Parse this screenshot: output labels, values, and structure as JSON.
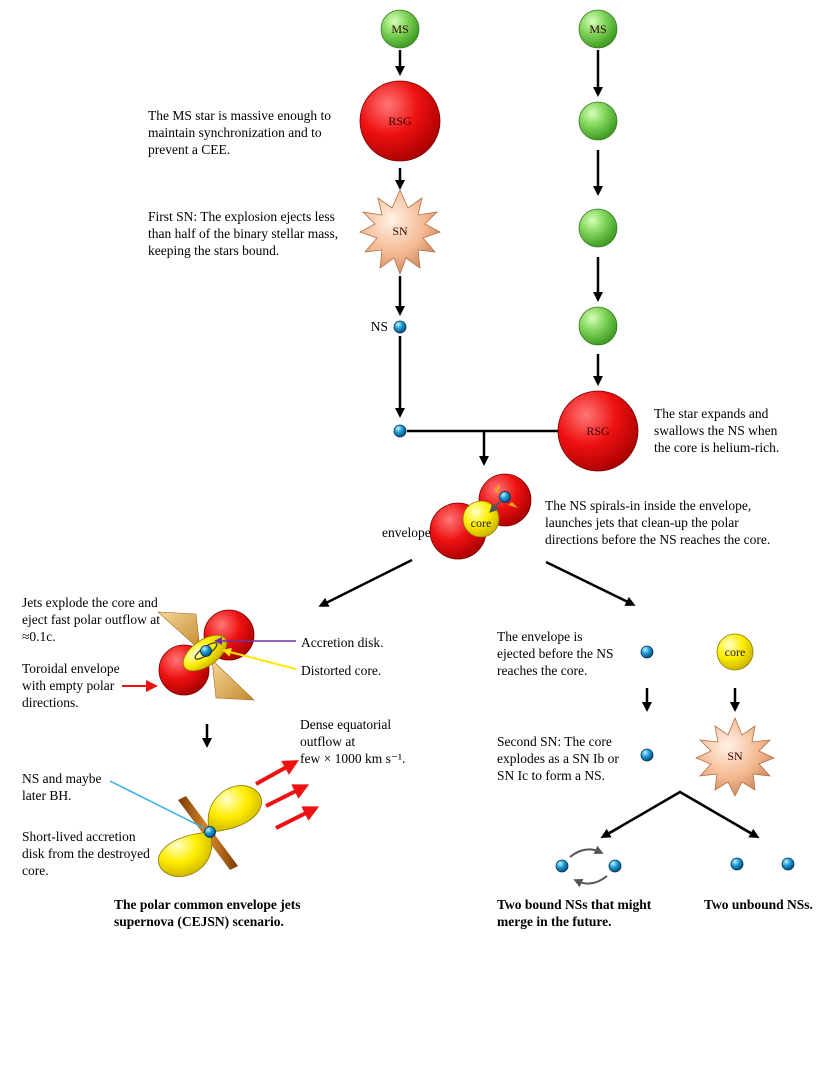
{
  "nodes": {
    "ms_left": "MS",
    "ms_right": "MS",
    "rsg_left": "RSG",
    "rsg_right": "RSG",
    "sn_first": "SN",
    "ns_label": "NS",
    "core_label": "core",
    "envelope_label": "envelope",
    "core_right": "core",
    "sn_second": "SN"
  },
  "annotations": {
    "ms_massive": "The MS star is massive enough to\nmaintain synchronization and to\nprevent a CEE.",
    "first_sn": "First SN: The explosion ejects less\nthan half of the binary stellar mass,\nkeeping the stars bound.",
    "star_expands": "The star expands and\nswallows the NS when\nthe core is helium-rich.",
    "spirals_in": "The NS spirals-in inside the envelope,\nlaunches jets that clean-up the polar\ndirections before the NS reaches the core.",
    "jets_explode": "Jets explode the core and\neject fast polar outflow at\n≈0.1c.",
    "accretion_disk": "Accretion disk.",
    "distorted_core": "Distorted core.",
    "toroidal": "Toroidal envelope\nwith empty polar\ndirections.",
    "dense_outflow": "Dense equatorial\noutflow at\nfew × 1000 km s⁻¹.",
    "ns_bh": "NS and maybe\nlater BH.",
    "short_lived": "Short-lived accretion\ndisk from the destroyed\ncore.",
    "envelope_ejected": "The envelope is\nejected before the NS\nreaches the core.",
    "second_sn": "Second SN: The core\nexplodes as a SN Ib or\nSN Ic to form a NS."
  },
  "captions": {
    "cejsn": "The polar common envelope jets\nsupernova (CEJSN) scenario.",
    "bound": "Two bound NSs that might\nmerge in the future.",
    "unbound": "Two unbound NSs."
  },
  "colors": {
    "ms_green": "#7ed957",
    "rsg_red": "#ee1111",
    "sn_peach": "#f4b890",
    "ns_blue": "#1a9ad6",
    "core_yellow": "#ffee00",
    "jet_tan": "#e8b860",
    "outflow_red": "#ee1111",
    "accretion_purple": "#7030a0",
    "ns_pointer_blue": "#33b0e8"
  }
}
